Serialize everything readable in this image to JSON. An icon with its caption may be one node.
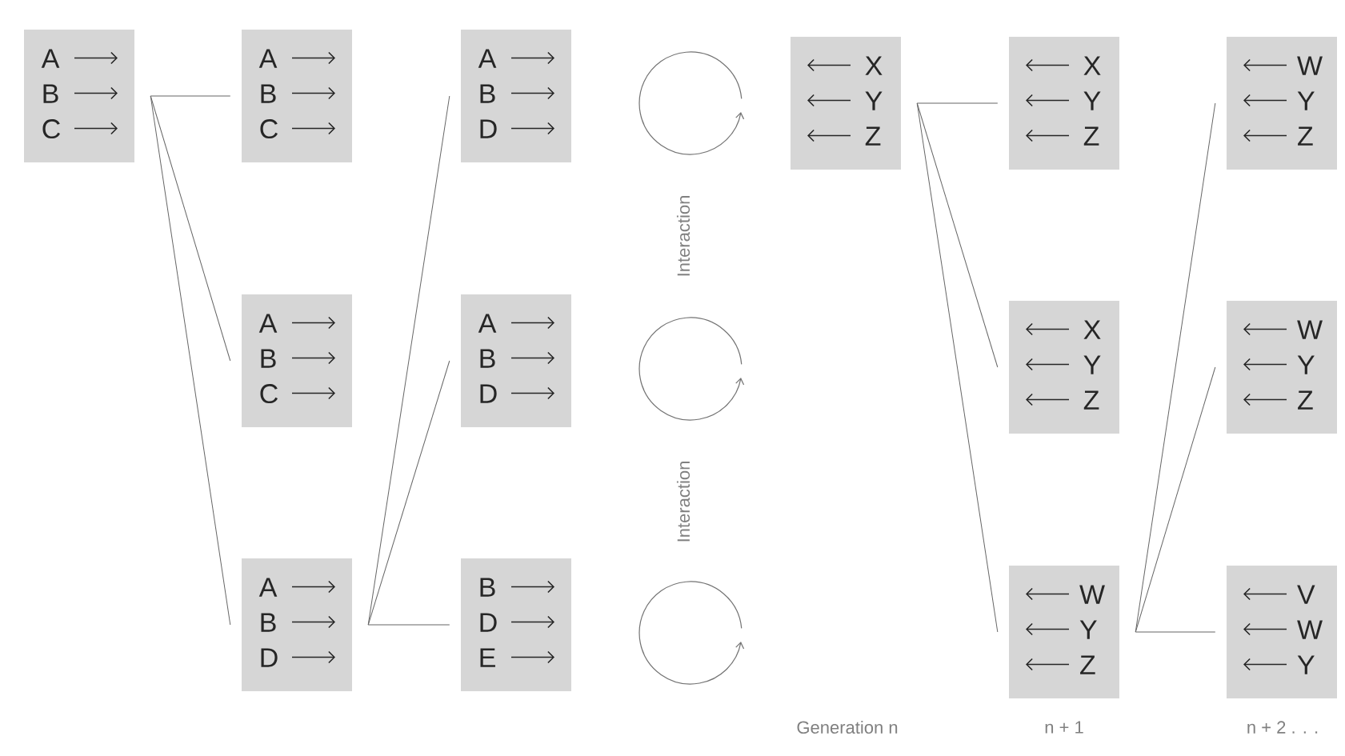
{
  "diagram": {
    "nodes": [
      {
        "text": [
          "A",
          "B",
          "C"
        ]
      },
      {
        "text": [
          "A",
          "B",
          "C"
        ]
      },
      {
        "text": [
          "A",
          "B",
          "C"
        ]
      },
      {
        "text": [
          "A",
          "B",
          "D"
        ]
      },
      {
        "text": [
          "A",
          "B",
          "D"
        ]
      },
      {
        "text": [
          "A",
          "B",
          "D"
        ]
      },
      {
        "text": [
          "B",
          "D",
          "E"
        ]
      },
      {
        "text": [
          "X",
          "Y",
          "Z"
        ]
      },
      {
        "text": [
          "X",
          "Y",
          "Z"
        ]
      },
      {
        "text": [
          "X",
          "Y",
          "Z"
        ]
      },
      {
        "text": [
          "W",
          "Y",
          "Z"
        ]
      },
      {
        "text": [
          "W",
          "Y",
          "Z"
        ]
      },
      {
        "text": [
          "W",
          "Y",
          "Z"
        ]
      },
      {
        "text": [
          "V",
          "W",
          "Y"
        ]
      }
    ],
    "edges": [
      {
        "from": 0,
        "to": 1,
        "arrow": "none"
      },
      {
        "from": 0,
        "to": 2,
        "arrow": "none"
      },
      {
        "from": 0,
        "to": 3,
        "arrow": "none"
      },
      {
        "from": 3,
        "to": 4,
        "arrow": "none"
      },
      {
        "from": 3,
        "to": 5,
        "arrow": "none"
      },
      {
        "from": 3,
        "to": 6,
        "arrow": "none"
      },
      {
        "from": 7,
        "to": 8,
        "arrow": "none"
      },
      {
        "from": 7,
        "to": 9,
        "arrow": "none"
      },
      {
        "from": 7,
        "to": 10,
        "arrow": "none"
      },
      {
        "from": 10,
        "to": 11,
        "arrow": "none"
      },
      {
        "from": 10,
        "to": 12,
        "arrow": "none"
      },
      {
        "from": 10,
        "to": 13,
        "arrow": "none"
      }
    ],
    "labels": [
      "Interaction",
      "Interaction",
      "Generation n",
      "n + 1",
      "n + 2 . . ."
    ]
  }
}
